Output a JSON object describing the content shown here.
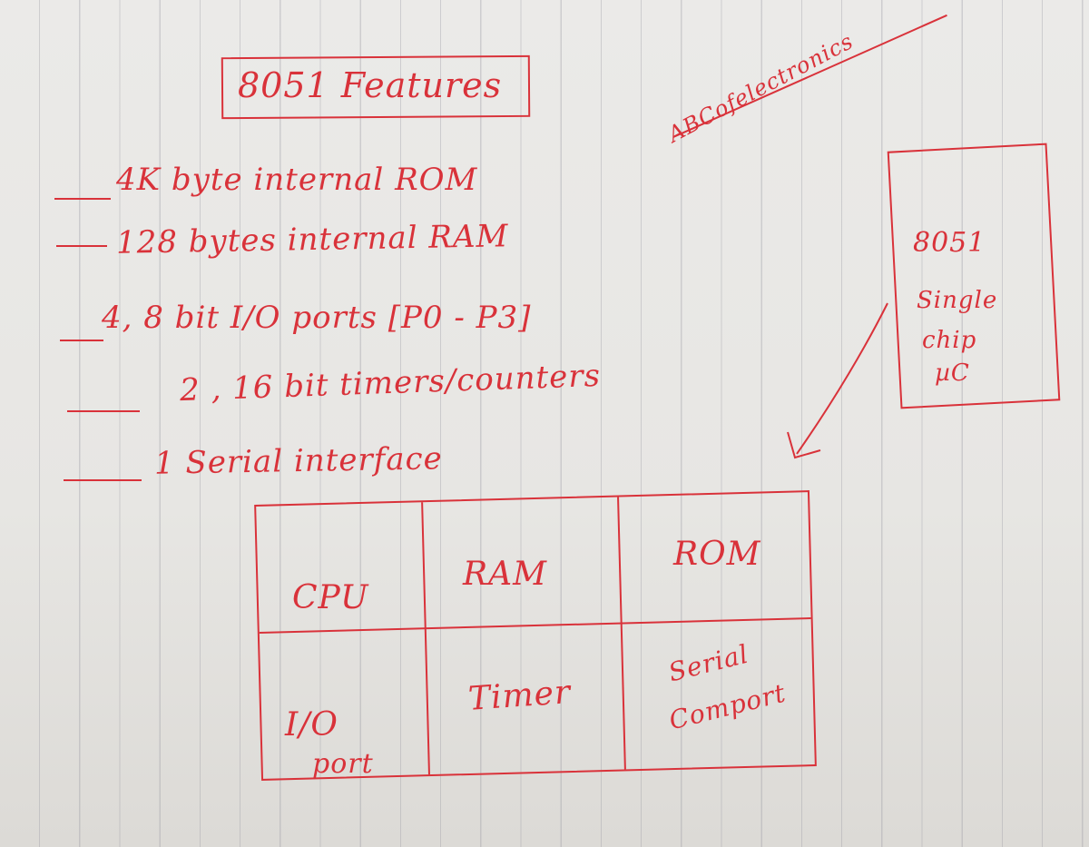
{
  "note": {
    "title": "8051 Features",
    "features": [
      "4K byte internal ROM",
      "128 bytes internal RAM",
      "4, 8 bit I/O ports [P0 - P3]",
      "2 , 16 bit timers/counters",
      "1 Serial interface"
    ],
    "watermark": "ABCofelectronics",
    "chip": {
      "name": "8051",
      "line1": "Single",
      "line2": "chip",
      "line3": "µC"
    },
    "blocks": {
      "cpu": "CPU",
      "ram": "RAM",
      "rom": "ROM",
      "io_line1": "I/O",
      "io_line2": "port",
      "timer": "Timer",
      "serial_line1": "Serial",
      "serial_line2": "Comport"
    }
  },
  "colors": {
    "ink": "#d9323a",
    "paper": "#e9e8e6",
    "ruling": "#9a9aa6"
  }
}
